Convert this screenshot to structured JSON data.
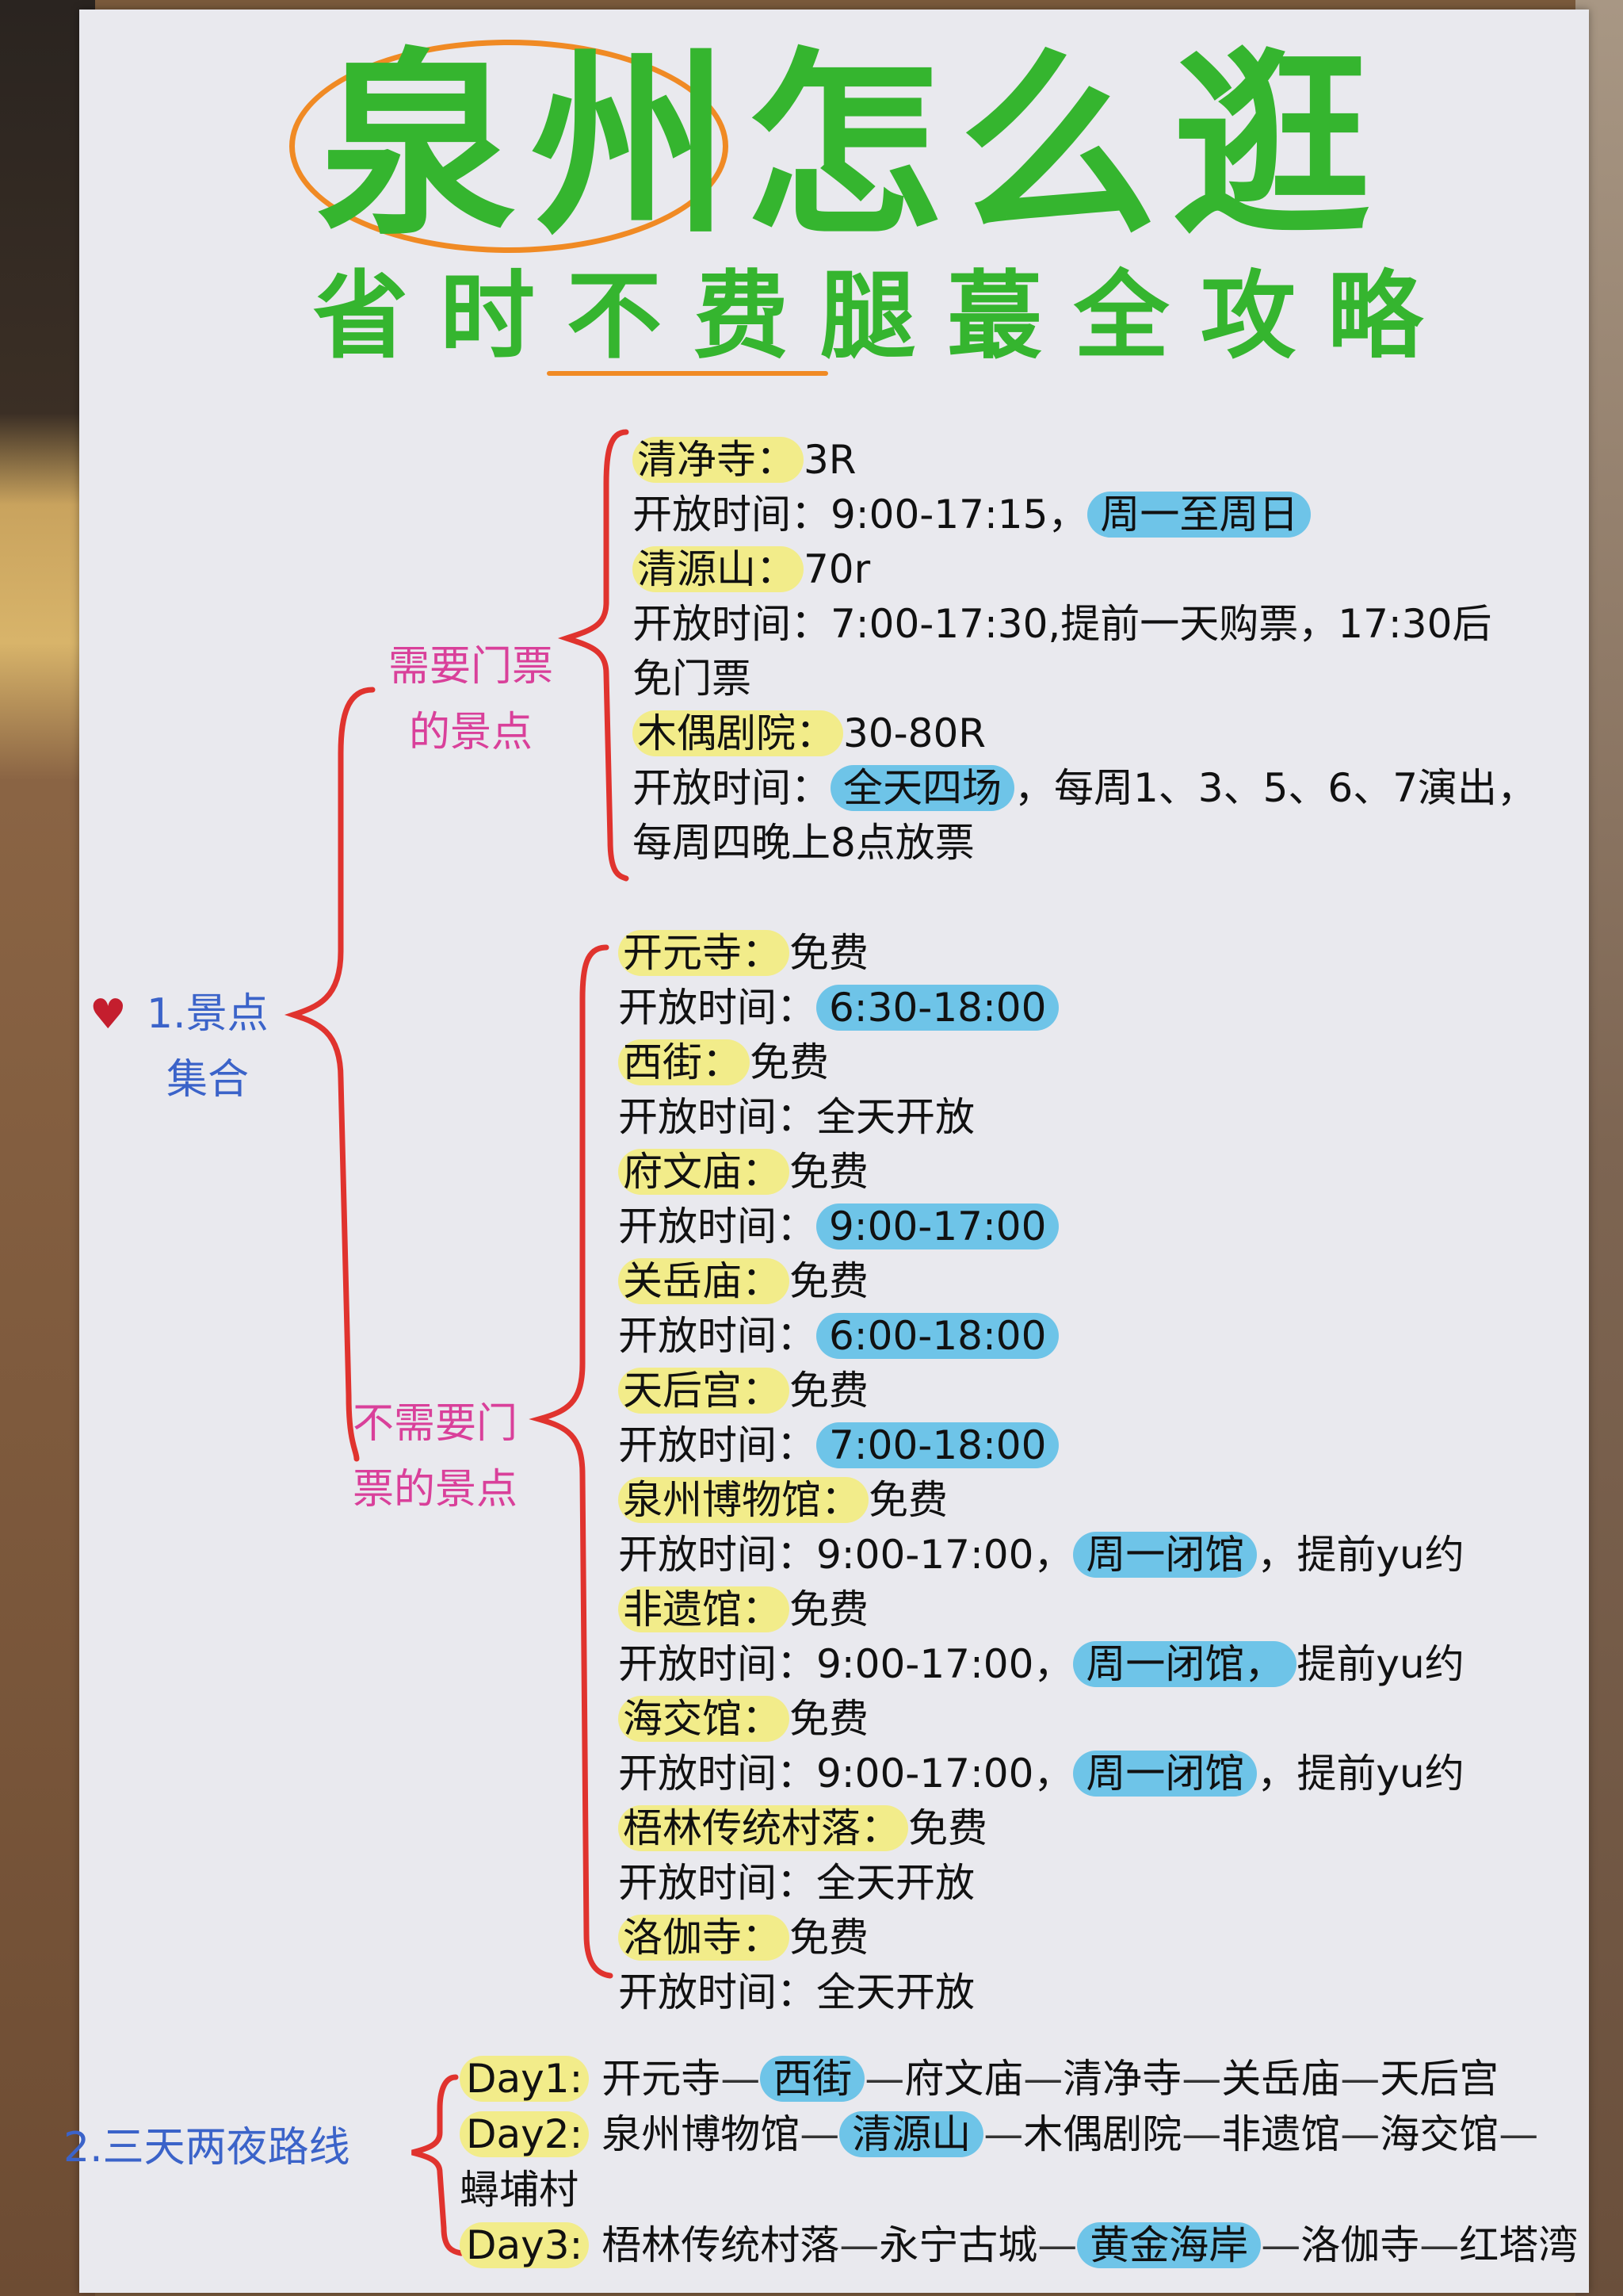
{
  "title": "泉州怎么逛",
  "subtitle": "省时不费腿蕞全攻略",
  "section1": {
    "label_line1": "1.景点",
    "label_line2": "集合"
  },
  "ticket": {
    "category_line1": "需要门票",
    "category_line2": "的景点",
    "items": [
      {
        "name": "清净寺",
        "price": "3R",
        "time_label": "开放时间：",
        "time": "9:00-17:15，",
        "highlight": "周一至周日",
        "extra": ""
      },
      {
        "name": "清源山",
        "price": "70r",
        "time_label": "开放时间：",
        "time": "7:00-17:30,提前一天购票，17:30后",
        "highlight": "",
        "extra": "免门票"
      },
      {
        "name": "木偶剧院",
        "price": "30-80R",
        "time_label": "开放时间：",
        "time": "",
        "highlight": "全天四场",
        "extra_inline": "，每周1、3、5、6、7演出，",
        "extra": "每周四晚上8点放票"
      }
    ]
  },
  "free": {
    "category_line1": "不需要门",
    "category_line2": "票的景点",
    "items": [
      {
        "name": "开元寺",
        "price": "免费",
        "time_label": "开放时间：",
        "time": "",
        "highlight": "6:30-18:00",
        "tail": ""
      },
      {
        "name": "西街",
        "price": "免费",
        "time_label": "开放时间：",
        "time": "全天开放",
        "highlight": "",
        "tail": ""
      },
      {
        "name": "府文庙",
        "price": "免费",
        "time_label": "开放时间：",
        "time": "",
        "highlight": "9:00-17:00",
        "tail": ""
      },
      {
        "name": "关岳庙",
        "price": "免费",
        "time_label": "开放时间：",
        "time": "",
        "highlight": "6:00-18:00",
        "tail": ""
      },
      {
        "name": "天后宫",
        "price": "免费",
        "time_label": "开放时间：",
        "time": "",
        "highlight": "7:00-18:00",
        "tail": ""
      },
      {
        "name": "泉州博物馆",
        "price": "免费",
        "time_label": "开放时间：",
        "time": "9:00-17:00，",
        "highlight": "周一闭馆",
        "tail": "，提前yu约"
      },
      {
        "name": "非遗馆",
        "price": "免费",
        "time_label": "开放时间：",
        "time": "9:00-17:00，",
        "highlight": "周一闭馆，",
        "tail": "提前yu约"
      },
      {
        "name": "海交馆",
        "price": "免费",
        "time_label": "开放时间：",
        "time": "9:00-17:00，",
        "highlight": "周一闭馆",
        "tail": "，提前yu约"
      },
      {
        "name": "梧林传统村落",
        "price": "免费",
        "time_label": "开放时间：",
        "time": "全天开放",
        "highlight": "",
        "tail": ""
      },
      {
        "name": "洛伽寺",
        "price": "免费",
        "time_label": "开放时间：",
        "time": "全天开放",
        "highlight": "",
        "tail": ""
      }
    ]
  },
  "section2": {
    "label": "2.三天两夜路线",
    "days": [
      {
        "day": "Day1:",
        "stops": [
          "开元寺",
          "西街",
          "府文庙",
          "清净寺",
          "关岳庙",
          "天后宫"
        ],
        "highlight_index": 1
      },
      {
        "day": "Day2:",
        "stops": [
          "泉州博物馆",
          "清源山",
          "木偶剧院",
          "非遗馆",
          "海交馆"
        ],
        "highlight_index": 1,
        "continuation": "蟳埔村"
      },
      {
        "day": "Day3:",
        "stops": [
          "梧林传统村落",
          "永宁古城",
          "黄金海岸",
          "洛伽寺",
          "红塔湾"
        ],
        "highlight_index": 2
      }
    ],
    "separator": "—"
  },
  "colors": {
    "title_green": "#35b52f",
    "accent_orange": "#f08a24",
    "bracket_red": "#e0332e",
    "category_pink": "#d9409a",
    "section_blue": "#3b63c9",
    "yellow_highlight": "#f2ec8a",
    "blue_highlight": "#6ec4e8"
  }
}
